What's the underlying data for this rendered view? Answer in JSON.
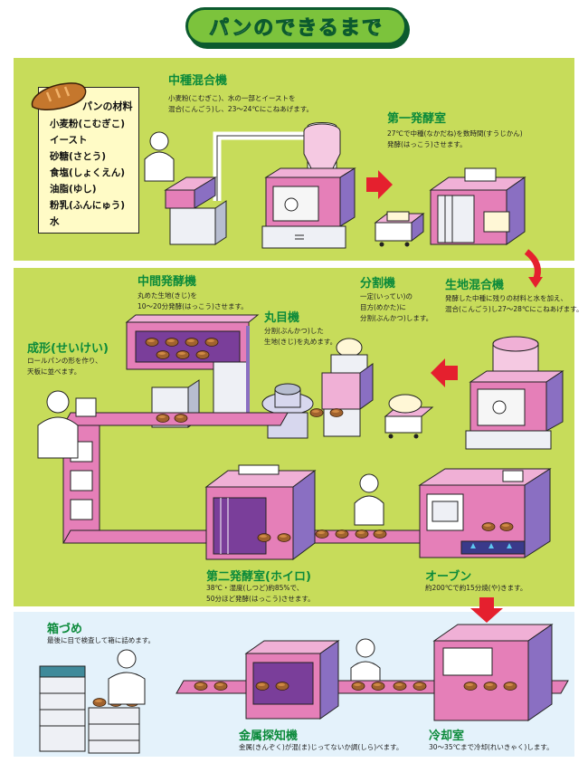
{
  "title": "パンのできるまで",
  "ingredients": {
    "title": "パンの材料",
    "items": [
      "小麦粉(こむぎこ)",
      "イースト",
      "砂糖(さとう)",
      "食塩(しょくえん)",
      "油脂(ゆし)",
      "粉乳(ふんにゅう)",
      "水"
    ]
  },
  "steps": {
    "nakadane": {
      "title": "中種混合機",
      "desc": [
        "小麦粉(こむぎこ)、水の一部とイーストを",
        "混合(こんごう)し、23〜24℃にこねあげます。"
      ]
    },
    "ferment1": {
      "title": "第一発酵室",
      "desc": [
        "27℃で中種(なかだね)を数時間(すうじかん)",
        "発酵(はっこう)させます。"
      ]
    },
    "kiji": {
      "title": "生地混合機",
      "desc": [
        "発酵した中種に残りの材料と水を加え、",
        "混合(こんごう)し27〜28℃にこねあげます。"
      ]
    },
    "bunkatsu": {
      "title": "分割機",
      "desc": [
        "一定(いってい)の",
        "目方(めかた)に",
        "分割(ぶんかつ)します。"
      ]
    },
    "marume": {
      "title": "丸目機",
      "desc": [
        "分割(ぶんかつ)した",
        "生地(きじ)を丸めます。"
      ]
    },
    "chukan": {
      "title": "中間発酵機",
      "desc": [
        "丸めた生地(きじ)を",
        "10〜20分発酵(はっこう)させます。"
      ]
    },
    "seikei": {
      "title": "成形(せいけい)",
      "desc": [
        "ロールパンの形を作り、",
        "天板に並べます。"
      ]
    },
    "ferment2": {
      "title": "第二発酵室(ホイロ)",
      "desc": [
        "38℃・湿度(しつど)約85%で、",
        "50分ほど発酵(はっこう)させます。"
      ]
    },
    "oven": {
      "title": "オーブン",
      "desc": [
        "約200℃で約15分焼(や)きます。"
      ]
    },
    "hakozume": {
      "title": "箱づめ",
      "desc": [
        "最後に目で検査して箱に詰めます。"
      ]
    },
    "kinzoku": {
      "title": "金属探知機",
      "desc": [
        "金属(きんぞく)が混(ま)じってないか調(しら)べます。"
      ]
    },
    "reikyaku": {
      "title": "冷却室",
      "desc": [
        "30〜35℃まで冷却(れいきゃく)します。"
      ]
    }
  },
  "colors": {
    "band": "#c7dc5a",
    "bottom_band": "#e4f2fb",
    "heading": "#0b8a3a",
    "machine_pink": "#e57fb8",
    "machine_purple": "#8a6fc2",
    "arrow_red": "#e5202e"
  }
}
